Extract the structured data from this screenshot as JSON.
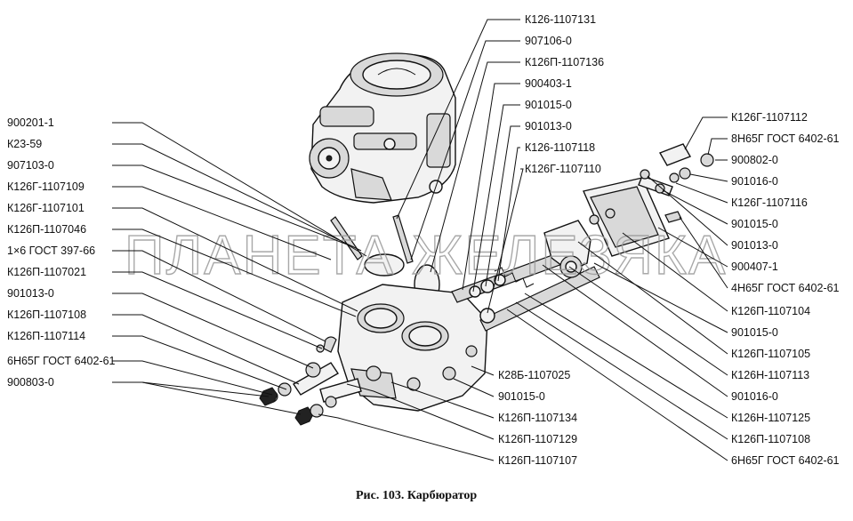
{
  "caption": "Рис. 103. Карбюратор",
  "watermark": "ПЛАНЕТА ЖЕЛЕЗЯКА",
  "labels_left": [
    "900201-1",
    "К23-59",
    "907103-0",
    "К126Г-1107109",
    "К126Г-1107101",
    "К126П-1107046",
    "1×6 ГОСТ 397-66",
    "К126П-1107021",
    "901013-0",
    "К126П-1107108",
    "К126П-1107114",
    "6Н65Г ГОСТ 6402-61",
    "900803-0"
  ],
  "labels_top": [
    "К126-1107131",
    "907106-0",
    "К126П-1107136",
    "900403-1",
    "901015-0",
    "901013-0",
    "К126-1107118",
    "К126Г-1107110"
  ],
  "labels_right": [
    "К126Г-1107112",
    "8Н65Г ГОСТ 6402-61",
    "900802-0",
    "901016-0",
    "К126Г-1107116",
    "901015-0",
    "901013-0",
    "900407-1",
    "4Н65Г ГОСТ 6402-61",
    "К126П-1107104",
    "901015-0",
    "К126П-1107105",
    "К126Н-1107113",
    "901016-0",
    "К126Н-1107125",
    "К126П-1107108",
    "6Н65Г ГОСТ 6402-61"
  ],
  "labels_bottom": [
    "К28Б-1107025",
    "901015-0",
    "К126П-1107134",
    "К126П-1107129",
    "К126П-1107107"
  ]
}
